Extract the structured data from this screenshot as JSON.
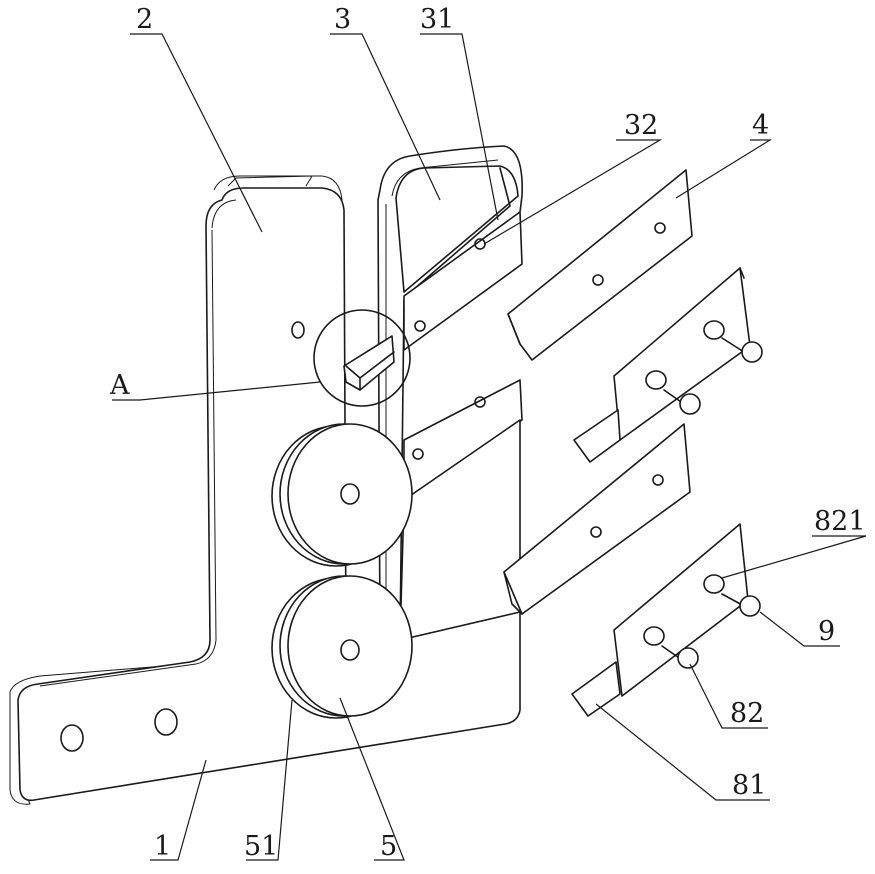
{
  "labels": {
    "base": "1",
    "left_arm": "2",
    "right_arm": "3",
    "right_arm_slot": "31",
    "mounting_hole": "32",
    "blade": "4",
    "roller": "5",
    "roller_rim": "51",
    "detail_ref": "A",
    "cutter_tip": "81",
    "cutter_holder": "82",
    "holder_hole": "821",
    "screw": "9"
  }
}
